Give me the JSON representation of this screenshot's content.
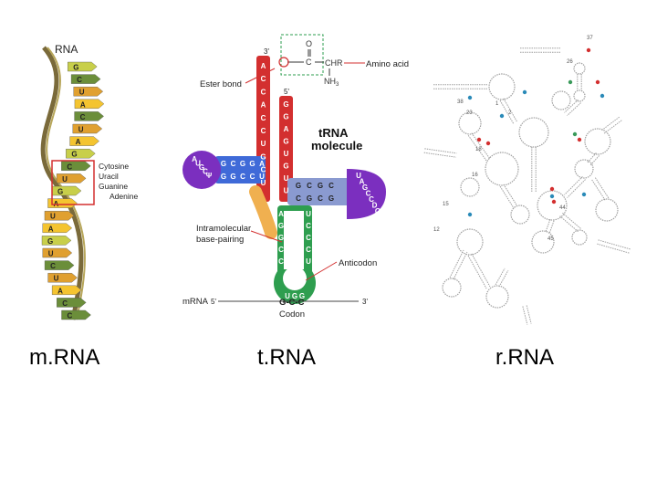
{
  "mrna_figure": {
    "title": "RNA",
    "bases": [
      "G",
      "C",
      "U",
      "A",
      "C",
      "U",
      "A",
      "G",
      "C",
      "U",
      "G",
      "A",
      "U",
      "A",
      "G",
      "U",
      "C",
      "U",
      "A",
      "C",
      "C"
    ],
    "legend": [
      "Cytosine",
      "Uracil",
      "Guanine",
      "Adenine"
    ],
    "colors": {
      "A": "#f4c430",
      "C": "#6b8e3a",
      "G": "#c8cf4a",
      "U": "#e0a030",
      "helix": "#7a6a3a",
      "highlight": "#d32f2f"
    }
  },
  "trna_figure": {
    "title_line1": "tRNA",
    "title_line2": "molecule",
    "three_prime": "3'",
    "five_prime": "5'",
    "ester_bond": "Ester bond",
    "amino_acid": "Amino acid",
    "chr": "CHR",
    "nh3": "NH",
    "nh3_sub": "3",
    "oxygen": "O",
    "carbon": "C",
    "acceptor_left": [
      "A",
      "C",
      "C",
      "A",
      "C",
      "C",
      "U",
      "G",
      "C",
      "U"
    ],
    "acceptor_right": [
      "G",
      "G",
      "A",
      "G",
      "U",
      "G",
      "U",
      "U"
    ],
    "d_arm_top": [
      "G",
      "C",
      "G",
      "G",
      "A"
    ],
    "d_arm_bottom": [
      "G",
      "G",
      "C",
      "C",
      "U"
    ],
    "d_loop": [
      "A",
      "U",
      "G",
      "C",
      "Ψ"
    ],
    "t_arm_top": [
      "G",
      "C",
      "G",
      "C"
    ],
    "t_arm_bottom": [
      "C",
      "G",
      "C",
      "G"
    ],
    "t_loop": [
      "U",
      "A",
      "G",
      "C",
      "C",
      "D",
      "G"
    ],
    "anticodon_left": [
      "A",
      "G",
      "G",
      "C",
      "C"
    ],
    "anticodon_right": [
      "U",
      "C",
      "C",
      "C",
      "U"
    ],
    "anticodon_loop": [
      "U",
      "G",
      "G"
    ],
    "intramolecular_line1": "Intramolecular",
    "intramolecular_line2": "base-pairing",
    "anticodon_label": "Anticodon",
    "mrna_label": "mRNA",
    "mrna_5": "5'",
    "mrna_3": "3'",
    "codon_bases": "G-C-C",
    "codon_label": "Codon",
    "colors": {
      "acceptor": "#d32f2f",
      "d_arm": "#3f6ad8",
      "d_loop": "#7b2fbf",
      "t_arm": "#5c6bc0",
      "t_loop": "#7b2fbf",
      "anticodon": "#2e9e4f",
      "variable": "#f0b050"
    }
  },
  "rrna_figure": {
    "domain_numbers": [
      "37",
      "26",
      "38",
      "23",
      "1",
      "2",
      "18",
      "16",
      "15",
      "12",
      "44",
      "45"
    ],
    "colors": {
      "line": "#a0a0a0",
      "red_dot": "#d32f2f",
      "blue_dot": "#2a8ab8",
      "green_dot": "#3a9a5a"
    }
  },
  "captions": {
    "mrna": "m.RNA",
    "trna": "t.RNA",
    "rrna": "r.RNA"
  }
}
